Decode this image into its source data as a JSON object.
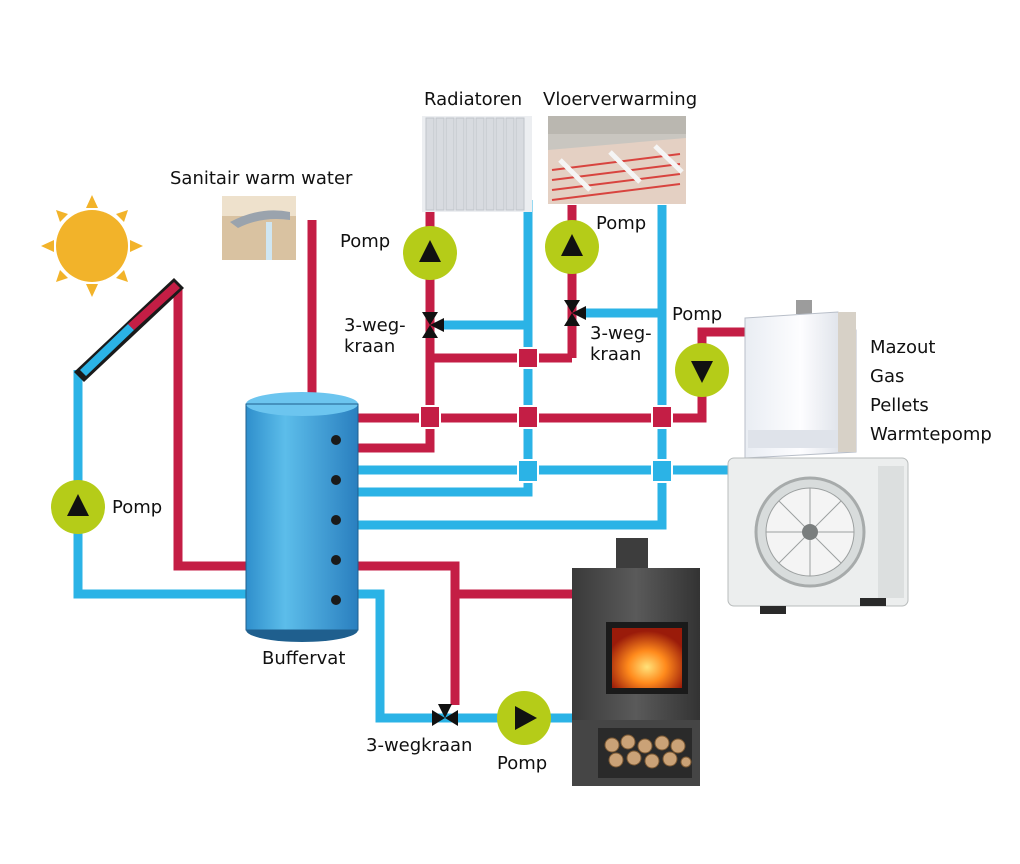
{
  "labels": {
    "radiators": "Radiatoren",
    "floor_heating": "Vloerverwarming",
    "hot_water": "Sanitair warm water",
    "pump_radiators": "Pomp",
    "pump_floor": "Pomp",
    "pump_boiler": "Pomp",
    "pump_solar": "Pomp",
    "pump_stove": "Pomp",
    "valve_radiators_line1": "3-weg-",
    "valve_radiators_line2": "kraan",
    "valve_floor_line1": "3-weg-",
    "valve_floor_line2": "kraan",
    "valve_stove": "3-wegkraan",
    "buffer_tank": "Buffervat",
    "heat_sources": [
      "Mazout",
      "Gas",
      "Pellets",
      "Warmtepomp"
    ]
  },
  "colors": {
    "hot_pipe": "#c41e45",
    "cold_pipe": "#2bb3e6",
    "pump_fill": "#b5cc18",
    "tank": "#3fa8de",
    "sun": "#f2b32a",
    "stove": "#4a4a4a"
  },
  "icons": {
    "pump_up": "triangle-up",
    "pump_down": "triangle-down",
    "pump_right": "triangle-right",
    "valve": "three-way-valve"
  }
}
